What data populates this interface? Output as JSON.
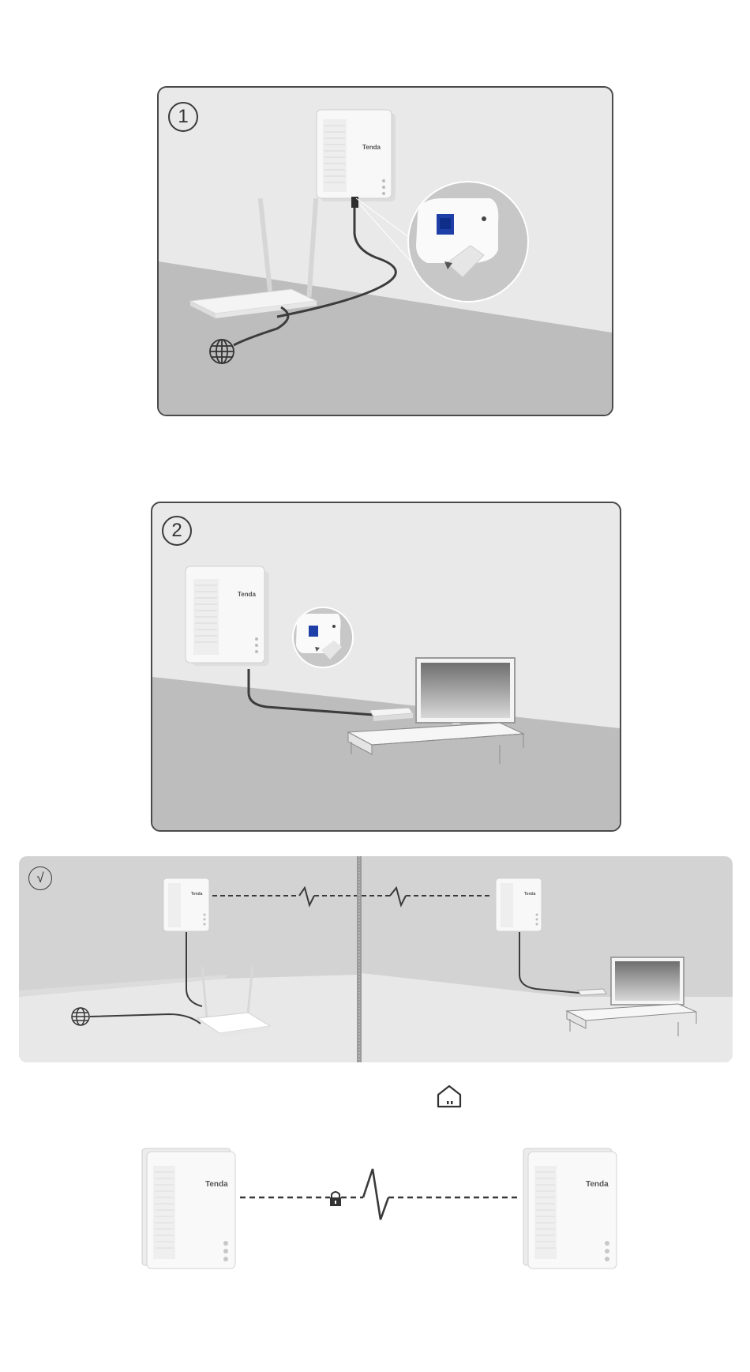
{
  "brand": "Tenda",
  "steps": [
    {
      "number": "1"
    },
    {
      "number": "2"
    }
  ],
  "check_mark": "√",
  "colors": {
    "panel_bg": "#e9e9e9",
    "floor": "#bdbdbd",
    "border": "#4a4a4a",
    "cable": "#3c3c3c",
    "port": "#1f3fa8",
    "separator": "#9a9a9a"
  },
  "icons": [
    "globe-icon",
    "home-icon",
    "lock-icon",
    "arrow-icon"
  ]
}
